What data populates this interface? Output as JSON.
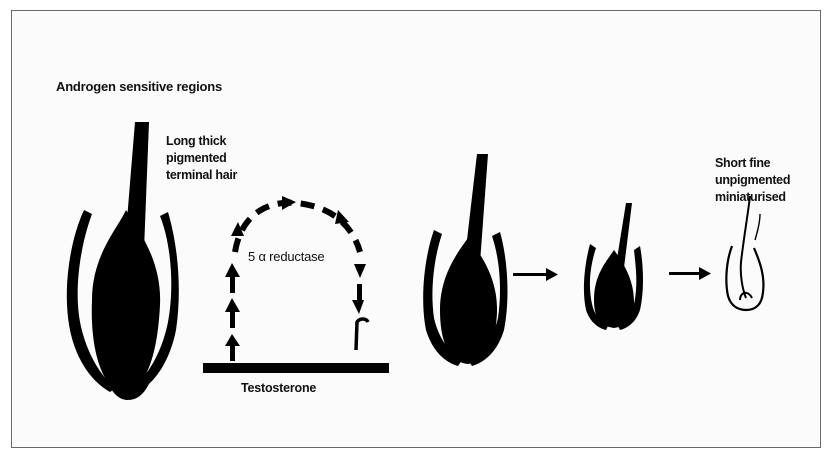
{
  "heading": "Androgen sensitive regions",
  "label_long": "Long thick\npigmented\nterminal hair",
  "label_short": "Short fine\nunpigmented\nminiaturised",
  "enzyme": "5 α reductase",
  "substrate": "Testosterone"
}
